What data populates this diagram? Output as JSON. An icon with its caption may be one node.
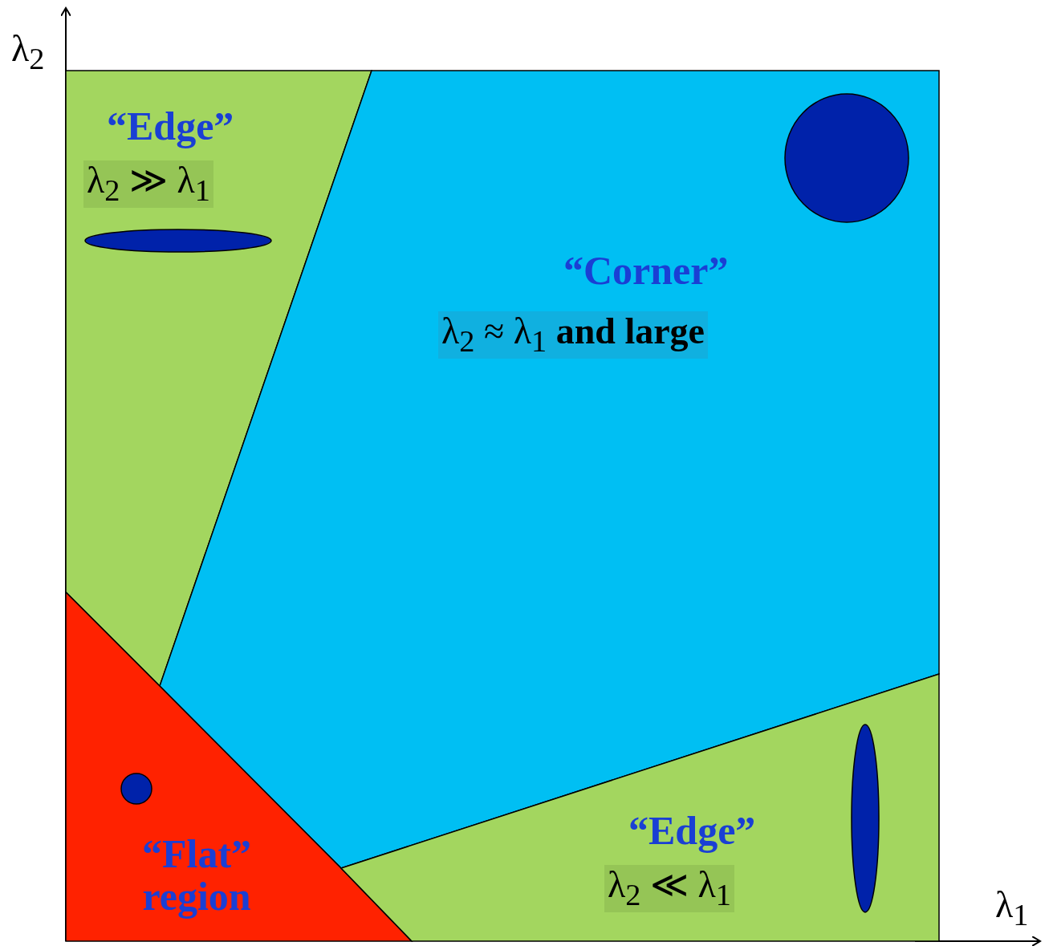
{
  "diagram": {
    "nodes": [
      {
        "text": [
          "“Edge”",
          "λ$_{2}$ ≫ λ$_{1}$"
        ]
      },
      {
        "text": [
          "“Corner”",
          "λ$_{2}$ ≈ λ$_{1}$ **and large**"
        ]
      },
      {
        "text": [
          "“Flat” region"
        ]
      },
      {
        "text": [
          "“Edge”",
          "λ$_{2}$ ≪ λ$_{1}$"
        ]
      }
    ],
    "edges": [],
    "labels": [
      "λ$_{2}$",
      "λ$_{1}$"
    ]
  }
}
